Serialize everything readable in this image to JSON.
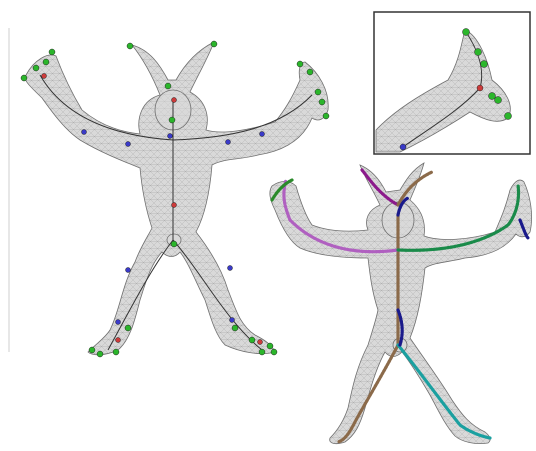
{
  "figure": {
    "panels": [
      {
        "name": "skeleton-nodes"
      },
      {
        "name": "skeleton-curves"
      },
      {
        "name": "detail-inset"
      }
    ],
    "colors": {
      "mesh_fill": "#d9d9d9",
      "mesh_stroke": "#6e6e6e",
      "joint_end": "#2bb62b",
      "joint_mid": "#3a3ac8",
      "joint_core": "#cc3b3b",
      "curve_colors": [
        "#8b1a8b",
        "#1a1a8b",
        "#1aa0a0",
        "#1a8b4a",
        "#8b6a4a",
        "#b060c0",
        "#2a8a2a"
      ]
    }
  }
}
